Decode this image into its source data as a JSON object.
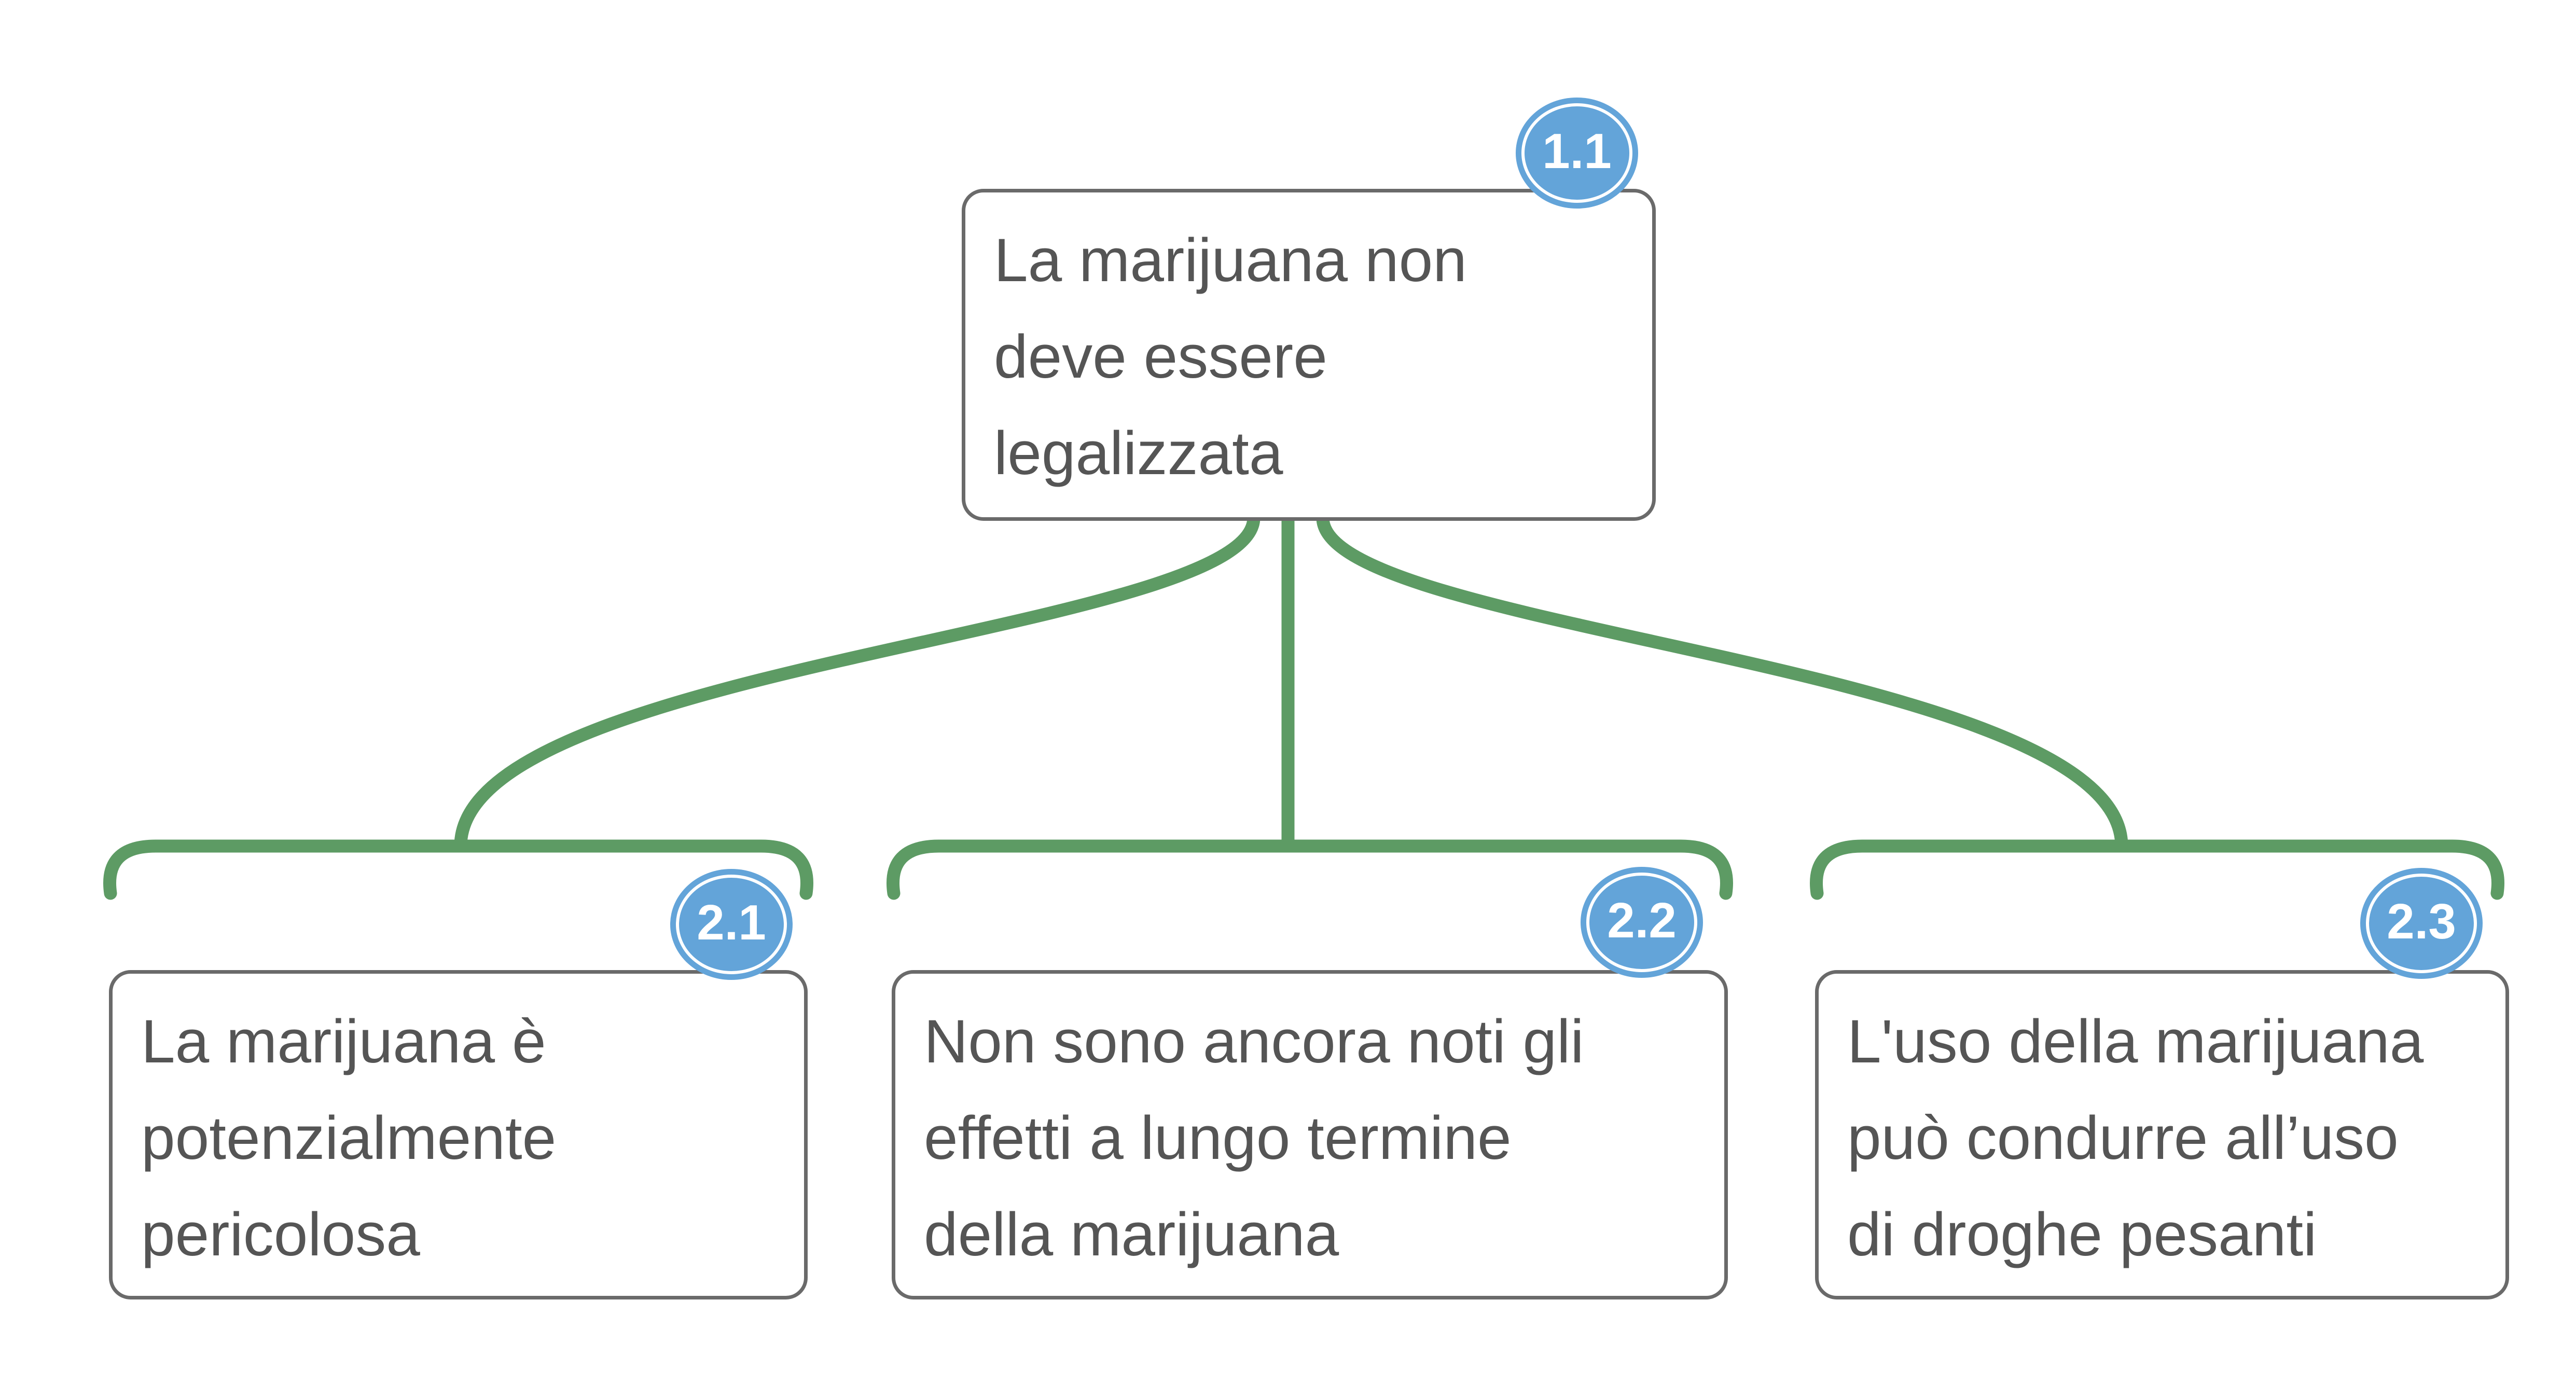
{
  "diagram": {
    "type": "argument-map",
    "root": {
      "badge": "1.1",
      "text": "La marijuana non\ndeve essere\nlegalizzata"
    },
    "children": [
      {
        "badge": "2.1",
        "text": "La marijuana è\npotenzialmente\npericolosa"
      },
      {
        "badge": "2.2",
        "text": "Non sono ancora noti gli\neffetti a lungo termine\ndella marijuana"
      },
      {
        "badge": "2.3",
        "text": "L'uso della marijuana\npuò condurre all’uso\ndi droghe pesanti"
      }
    ]
  },
  "colors": {
    "connector_green": "#5d9b64",
    "badge_blue": "#63a4d9",
    "node_border_gray": "#6a6a6a",
    "node_text_gray": "#555555",
    "badge_text": "#ffffff",
    "canvas_bg": "#ffffff"
  }
}
